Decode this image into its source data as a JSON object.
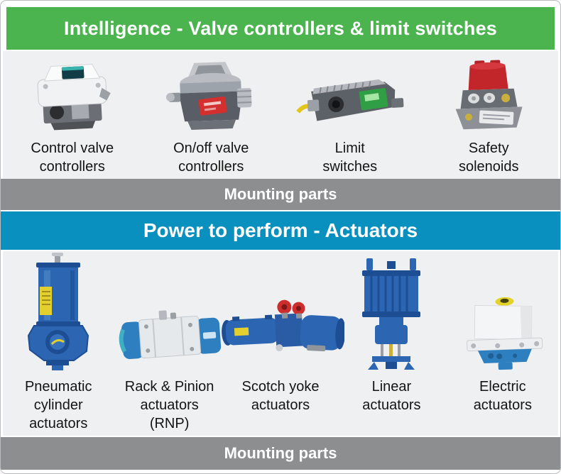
{
  "card": {
    "controllers_header": "Intelligence - Valve controllers & limit switches",
    "actuators_header": "Power to perform - Actuators",
    "mounting_top": "Mounting parts",
    "mounting_bottom": "Mounting parts"
  },
  "colors": {
    "green_header": "#4bb44e",
    "blue_header": "#0a90be",
    "gray_bar": "#8c8e90",
    "section_bg": "#eff0f1",
    "label_text": "#141414",
    "band_text": "#ffffff",
    "product_blue": "#2c65b2",
    "product_red": "#c2262b"
  },
  "controllers": {
    "products": [
      {
        "label": "Control valve\ncontrollers",
        "image": "control-valve-controller"
      },
      {
        "label": "On/off valve\ncontrollers",
        "image": "on-off-valve-controller"
      },
      {
        "label": "Limit\nswitches",
        "image": "limit-switch"
      },
      {
        "label": "Safety\nsolenoids",
        "image": "safety-solenoid"
      }
    ]
  },
  "actuators": {
    "products": [
      {
        "label": "Pneumatic\ncylinder\nactuators",
        "image": "pneumatic-cylinder-actuator"
      },
      {
        "label": "Rack & Pinion\nactuators\n(RNP)",
        "image": "rack-and-pinion-actuator"
      },
      {
        "label": "Scotch yoke\nactuators",
        "image": "scotch-yoke-actuator"
      },
      {
        "label": "Linear\nactuators",
        "image": "linear-actuator"
      },
      {
        "label": "Electric\nactuators",
        "image": "electric-actuator"
      }
    ]
  }
}
